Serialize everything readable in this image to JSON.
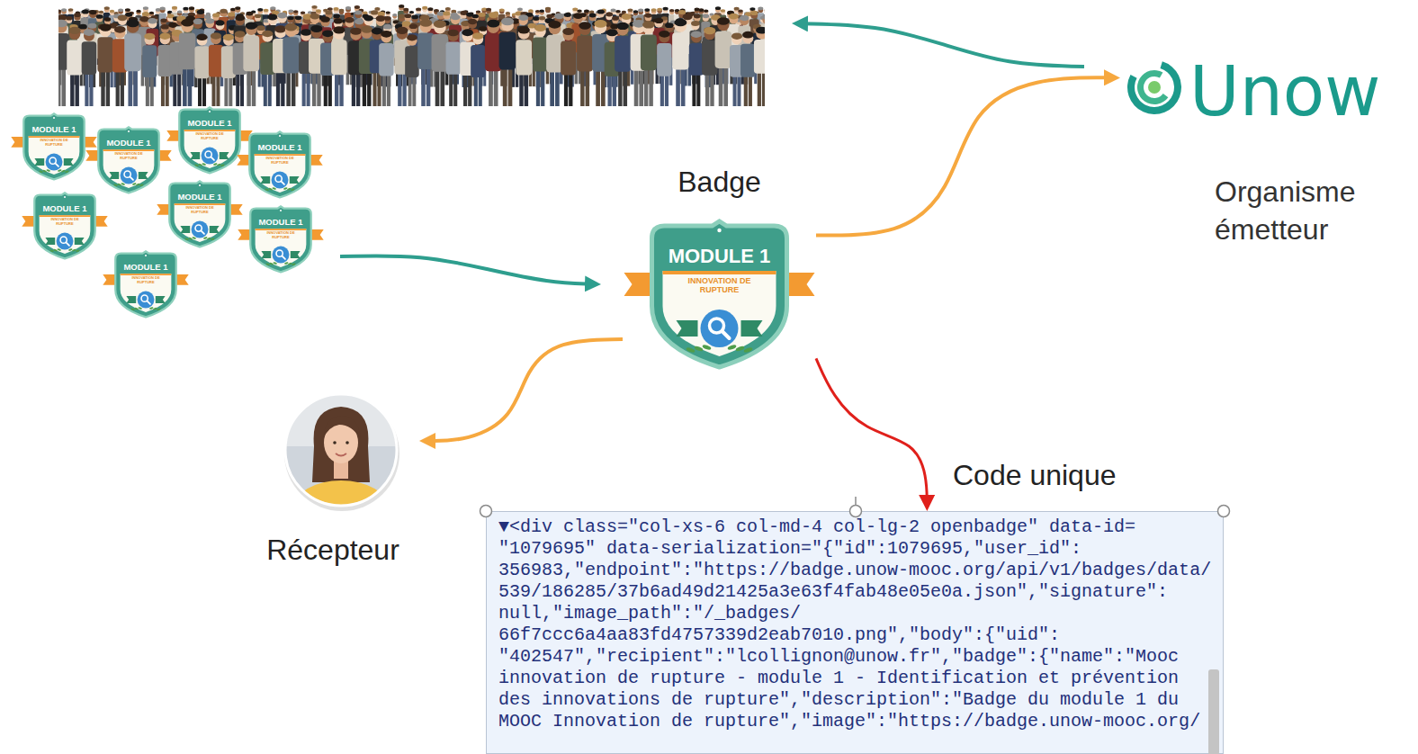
{
  "diagram": {
    "nodes": [
      {
        "text": [
          "Unow",
          "Organisme émetteur"
        ]
      },
      {
        "text": [
          "Badge",
          "MODULE 1",
          "INNOVATION DE RUPTURE"
        ]
      },
      {
        "text": [
          "Récepteur"
        ]
      },
      {
        "text": [
          "Code unique",
          "▼<div class=\"col-xs-6 col-md-4 col-lg-2 openbadge\" data-id= \"1079695\" data-serialization=\"{\"id\":1079695,\"user_id\": 356983,\"endpoint\":\"https://badge.unow-mooc.org/api/v1/badges/data/ 539/186285/37b6ad49d21425a3e63f4fab48e05e0a.json\",\"signature\": null,\"image_path\":\"/_badges/ 66f7ccc6a4aa83fd4757339d2eab7010.png\",\"body\":{\"uid\": \"402547\",\"recipient\":\"lcollignon@unow.fr\",\"badge\":{\"name\":\"Mooc innovation de rupture - module 1 - Identification et prévention des innovations de rupture\",\"description\":\"Badge du module 1 du MOOC Innovation de rupture\",\"image\":\"https://badge.unow-mooc.org/"
        ]
      }
    ],
    "edges": [
      {
        "from": 1,
        "to": 0,
        "arrow": "to"
      },
      {
        "from": 1,
        "to": 2,
        "arrow": "to"
      },
      {
        "from": 1,
        "to": 3,
        "arrow": "to"
      }
    ],
    "labels": [
      "MODULE 1",
      "INNOVATION DE RUPTURE",
      "MODULE 1",
      "INNOVATION DE RUPTURE",
      "MODULE 1",
      "INNOVATION DE RUPTURE",
      "MODULE 1",
      "INNOVATION DE RUPTURE",
      "MODULE 1",
      "INNOVATION DE RUPTURE",
      "MODULE 1",
      "INNOVATION DE RUPTURE",
      "MODULE 1",
      "INNOVATION DE RUPTURE",
      "MODULE 1",
      "INNOVATION DE RUPTURE"
    ]
  }
}
